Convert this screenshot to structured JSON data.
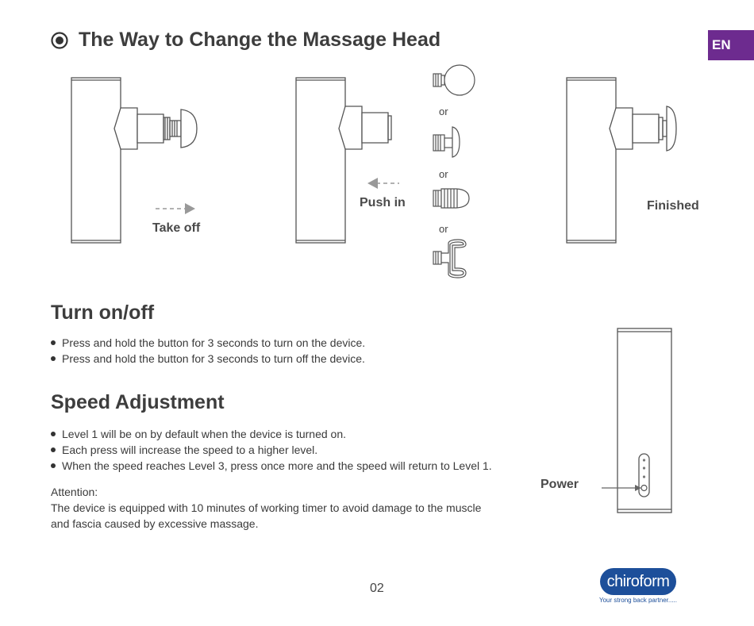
{
  "header": {
    "title": "The Way to Change the Massage Head",
    "lang_badge": "EN"
  },
  "figures": {
    "take_off_label": "Take off",
    "push_in_label": "Push in",
    "finished_label": "Finished",
    "or_label": "or"
  },
  "turn_on_off": {
    "heading": "Turn on/off",
    "items": [
      "Press and hold the button for 3 seconds to turn on the device.",
      "Press and hold the button for 3 seconds to turn off the device."
    ]
  },
  "speed": {
    "heading": "Speed Adjustment",
    "items": [
      "Level 1 will be on by default when the device is turned on.",
      "Each press will increase the speed to a higher level.",
      "When the speed reaches Level 3, press once more and the speed will return to Level 1."
    ]
  },
  "attention": {
    "label": "Attention:",
    "line1": "The device is equipped with 10 minutes of working timer to avoid damage to the muscle",
    "line2": "and fascia caused by excessive massage."
  },
  "power_label": "Power",
  "footer": {
    "page_number": "02",
    "logo_text": "chiroform",
    "tagline": "Your strong back partner....."
  },
  "colors": {
    "badge": "#6d2b8f",
    "logo": "#1d4f9a",
    "text": "#3a3a3a"
  }
}
